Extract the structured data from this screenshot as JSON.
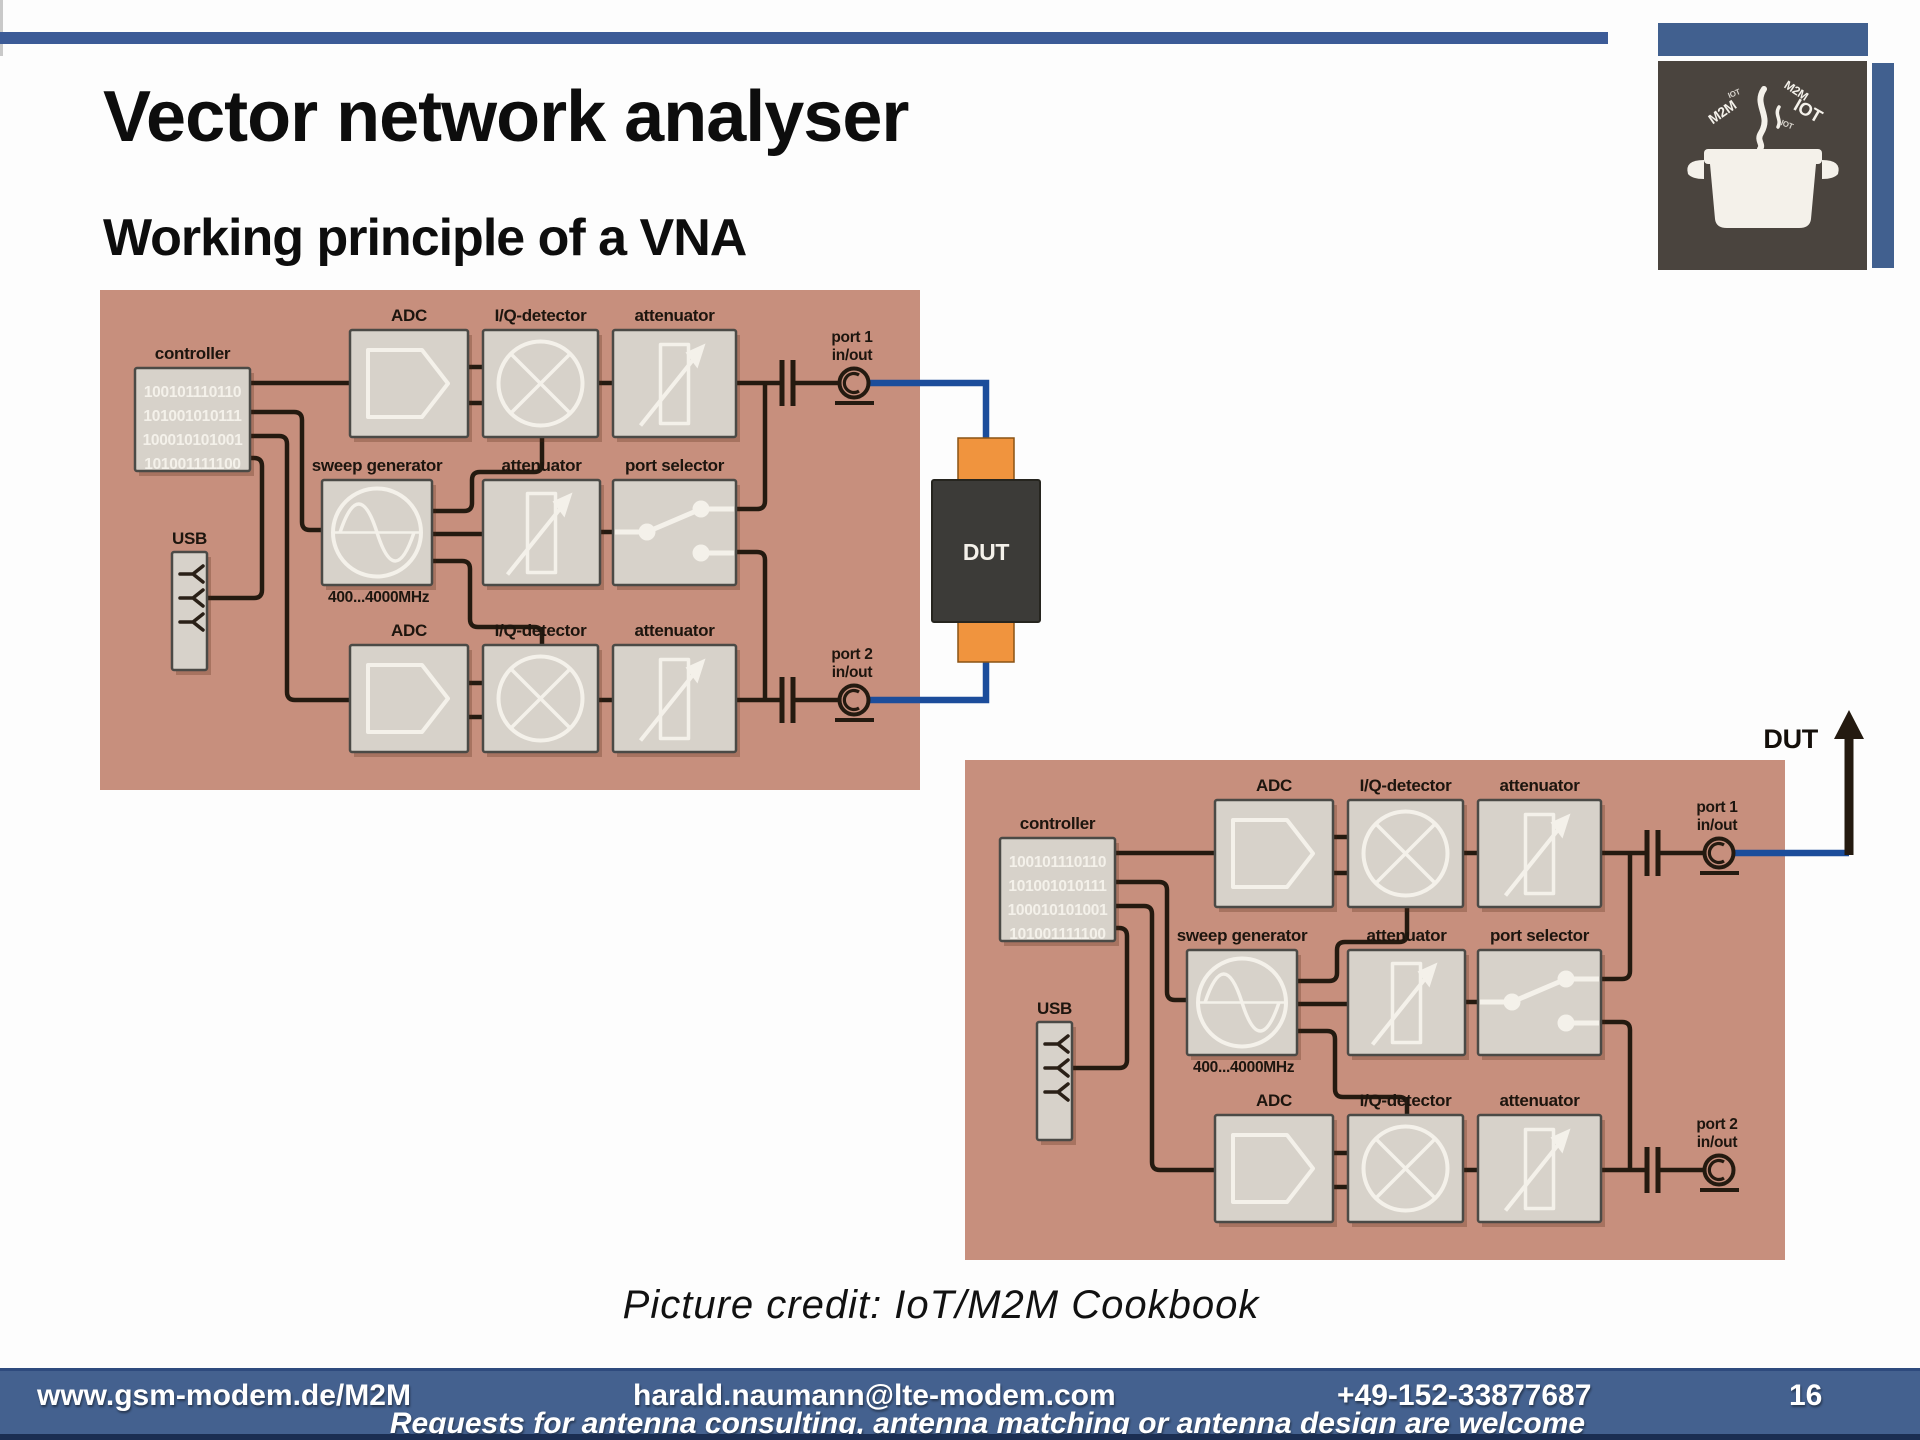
{
  "slide": {
    "title": "Vector network analyser",
    "subtitle": "Working principle of a VNA",
    "credit": "Picture credit: IoT/M2M Cookbook"
  },
  "logo": {
    "m2m_left": "M2M",
    "iot_tiny_left": "IOT",
    "m2m_right": "M2M",
    "iot_right": "IOT",
    "iot_tiny_right": "IOT"
  },
  "footer": {
    "website": "www.gsm-modem.de/M2M",
    "email": "harald.naumann@lte-modem.com",
    "phone": "+49-152-33877687",
    "page": "16",
    "tagline": "Requests for antenna consulting, antenna matching or antenna design are welcome"
  },
  "diagram_labels": {
    "controller": "controller",
    "binary": [
      "100101110110",
      "101001010111",
      "100010101001",
      "101001111100"
    ],
    "adc": "ADC",
    "iq": "I/Q-detector",
    "attenuator": "attenuator",
    "sweep": "sweep generator",
    "freq": "400...4000MHz",
    "selector": "port selector",
    "usb": "USB",
    "port1_line1": "port 1",
    "port1_line2": "in/out",
    "port2_line1": "port 2",
    "port2_line2": "in/out",
    "dut": "DUT"
  },
  "colors": {
    "panel": "#c78f7d",
    "box": "#d7d2ca",
    "box_border": "#4b4a46",
    "line": "#241a10",
    "white": "#f4f1ea",
    "blue": "#1c4d9b",
    "orange": "#f0943e",
    "orange_border": "#8a5314",
    "dut_dark": "#3c3b38",
    "label": "#1d150e",
    "top_bar": "#3c5b97",
    "footer_blue": "#44618f",
    "footer_dark": "#1b2e52",
    "logo_dark": "#4a443e"
  }
}
